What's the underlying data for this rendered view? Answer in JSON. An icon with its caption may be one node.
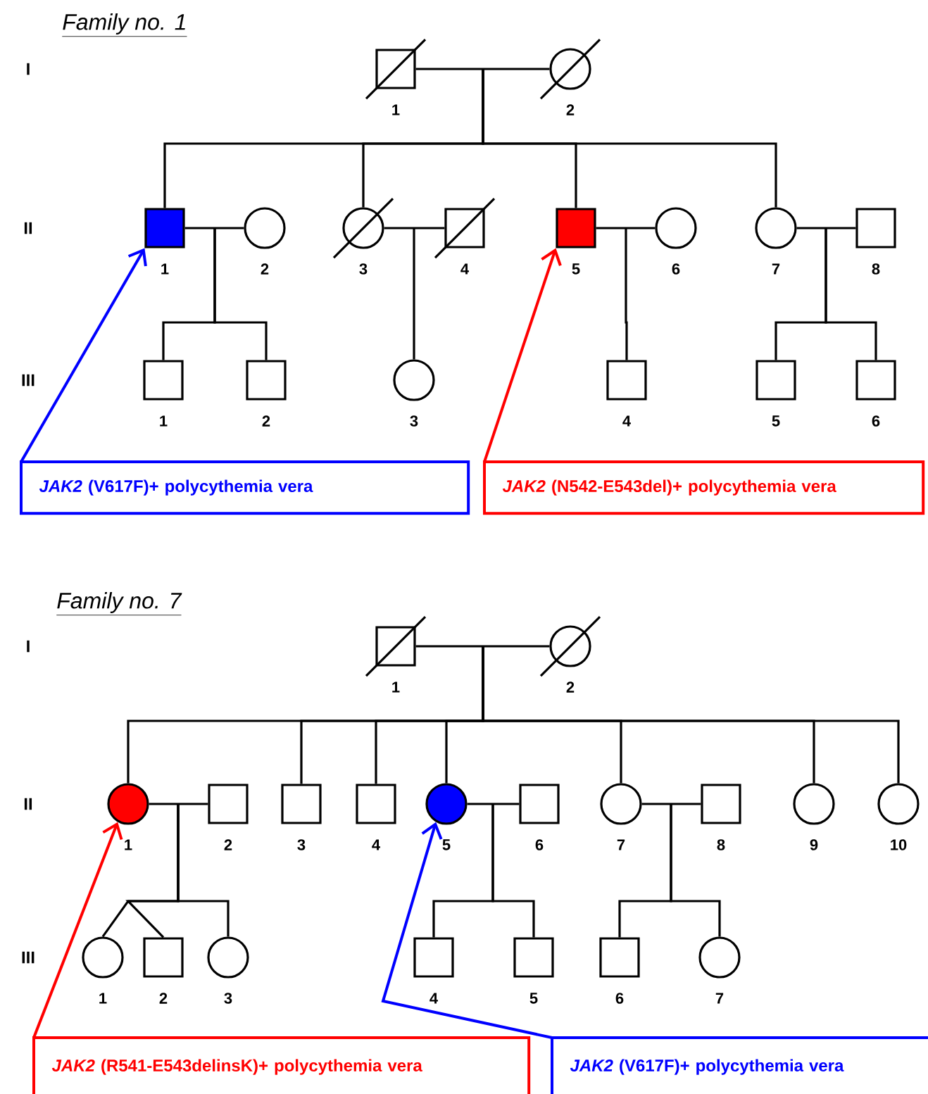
{
  "diagram": {
    "nodes": [
      {
        "text": [],
        "shape": "box",
        "beside": [
          "1"
        ]
      },
      {
        "text": [],
        "shape": "circle",
        "beside": [
          "2"
        ]
      },
      {
        "text": [],
        "shape": "box",
        "beside": [
          "1"
        ]
      },
      {
        "text": [],
        "shape": "circle",
        "beside": [
          "2"
        ]
      },
      {
        "text": [],
        "shape": "circle",
        "beside": [
          "3"
        ]
      },
      {
        "text": [],
        "shape": "box",
        "beside": [
          "4"
        ]
      },
      {
        "text": [],
        "shape": "box",
        "beside": [
          "5"
        ]
      },
      {
        "text": [],
        "shape": "circle",
        "beside": [
          "6"
        ]
      },
      {
        "text": [],
        "shape": "circle",
        "beside": [
          "7"
        ]
      },
      {
        "text": [],
        "shape": "box",
        "beside": [
          "8"
        ]
      },
      {
        "text": [],
        "shape": "box",
        "beside": [
          "1"
        ]
      },
      {
        "text": [],
        "shape": "box",
        "beside": [
          "2"
        ]
      },
      {
        "text": [],
        "shape": "circle",
        "beside": [
          "3"
        ]
      },
      {
        "text": [],
        "shape": "box",
        "beside": [
          "4"
        ]
      },
      {
        "text": [],
        "shape": "box",
        "beside": [
          "5"
        ]
      },
      {
        "text": [],
        "shape": "box",
        "beside": [
          "6"
        ]
      },
      {
        "text": [
          "*JAK2* (V617F)+ polycythemia vera"
        ]
      },
      {
        "text": [
          "*JAK2* (N542-E543del)+ polycythemia vera"
        ]
      },
      {
        "text": [],
        "shape": "box",
        "beside": [
          "1"
        ]
      },
      {
        "text": [],
        "shape": "circle",
        "beside": [
          "2"
        ]
      },
      {
        "text": [],
        "shape": "circle",
        "beside": [
          "1"
        ]
      },
      {
        "text": [],
        "shape": "box",
        "beside": [
          "2"
        ]
      },
      {
        "text": [],
        "shape": "box",
        "beside": [
          "3"
        ]
      },
      {
        "text": [],
        "shape": "box",
        "beside": [
          "4"
        ]
      },
      {
        "text": [],
        "shape": "circle",
        "beside": [
          "5"
        ]
      },
      {
        "text": [],
        "shape": "box",
        "beside": [
          "6"
        ]
      },
      {
        "text": [],
        "shape": "circle",
        "beside": [
          "7"
        ]
      },
      {
        "text": [],
        "shape": "box",
        "beside": [
          "8"
        ]
      },
      {
        "text": [],
        "shape": "circle",
        "beside": [
          "9"
        ]
      },
      {
        "text": [],
        "shape": "circle",
        "beside": [
          "10"
        ]
      },
      {
        "text": [],
        "shape": "circle",
        "beside": [
          "1"
        ]
      },
      {
        "text": [],
        "shape": "box",
        "beside": [
          "2"
        ]
      },
      {
        "text": [],
        "shape": "circle",
        "beside": [
          "3"
        ]
      },
      {
        "text": [],
        "shape": "box",
        "beside": [
          "4"
        ]
      },
      {
        "text": [],
        "shape": "box",
        "beside": [
          "5"
        ]
      },
      {
        "text": [],
        "shape": "box",
        "beside": [
          "6"
        ]
      },
      {
        "text": [],
        "shape": "circle",
        "beside": [
          "7"
        ]
      },
      {
        "text": [
          "*JAK2* (R541-E543delinsK)+ polycythemia vera"
        ]
      },
      {
        "text": [
          "*JAK2* (V617F)+ polycythemia vera"
        ]
      }
    ],
    "edges": [
      {
        "from": 0,
        "to": 1,
        "arrow": "none"
      },
      {
        "from": 0,
        "to": 2,
        "arrow": "none"
      },
      {
        "from": 0,
        "to": 4,
        "arrow": "none"
      },
      {
        "from": 0,
        "to": 6,
        "arrow": "none"
      },
      {
        "from": 0,
        "to": 8,
        "arrow": "none"
      },
      {
        "from": 2,
        "to": 3,
        "arrow": "none"
      },
      {
        "from": 4,
        "to": 5,
        "arrow": "none"
      },
      {
        "from": 6,
        "to": 7,
        "arrow": "none"
      },
      {
        "from": 8,
        "to": 9,
        "arrow": "none"
      },
      {
        "from": 2,
        "to": 10,
        "arrow": "none"
      },
      {
        "from": 2,
        "to": 11,
        "arrow": "none"
      },
      {
        "from": 4,
        "to": 12,
        "arrow": "none"
      },
      {
        "from": 6,
        "to": 13,
        "arrow": "none"
      },
      {
        "from": 8,
        "to": 14,
        "arrow": "none"
      },
      {
        "from": 8,
        "to": 15,
        "arrow": "none"
      },
      {
        "from": 16,
        "to": 2,
        "arrow": "to",
        "color": "#0000ff"
      },
      {
        "from": 17,
        "to": 6,
        "arrow": "to",
        "color": "#ff0000"
      },
      {
        "from": 18,
        "to": 19,
        "arrow": "none"
      },
      {
        "from": 18,
        "to": 20,
        "arrow": "none"
      },
      {
        "from": 18,
        "to": 22,
        "arrow": "none"
      },
      {
        "from": 18,
        "to": 23,
        "arrow": "none"
      },
      {
        "from": 18,
        "to": 24,
        "arrow": "none"
      },
      {
        "from": 18,
        "to": 26,
        "arrow": "none"
      },
      {
        "from": 18,
        "to": 28,
        "arrow": "none"
      },
      {
        "from": 18,
        "to": 29,
        "arrow": "none"
      },
      {
        "from": 20,
        "to": 21,
        "arrow": "none"
      },
      {
        "from": 24,
        "to": 25,
        "arrow": "none"
      },
      {
        "from": 26,
        "to": 27,
        "arrow": "none"
      },
      {
        "from": 20,
        "to": 30,
        "arrow": "none"
      },
      {
        "from": 20,
        "to": 31,
        "arrow": "none"
      },
      {
        "from": 20,
        "to": 32,
        "arrow": "none"
      },
      {
        "from": 24,
        "to": 33,
        "arrow": "none"
      },
      {
        "from": 24,
        "to": 34,
        "arrow": "none"
      },
      {
        "from": 26,
        "to": 35,
        "arrow": "none"
      },
      {
        "from": 26,
        "to": 36,
        "arrow": "none"
      },
      {
        "from": 37,
        "to": 20,
        "arrow": "to",
        "color": "#ff0000"
      },
      {
        "from": 38,
        "to": 24,
        "arrow": "to",
        "color": "#0000ff"
      }
    ],
    "labels": [
      "Family no. 1",
      "I",
      "II",
      "III",
      "Family no. 7",
      "I",
      "II",
      "III"
    ]
  }
}
